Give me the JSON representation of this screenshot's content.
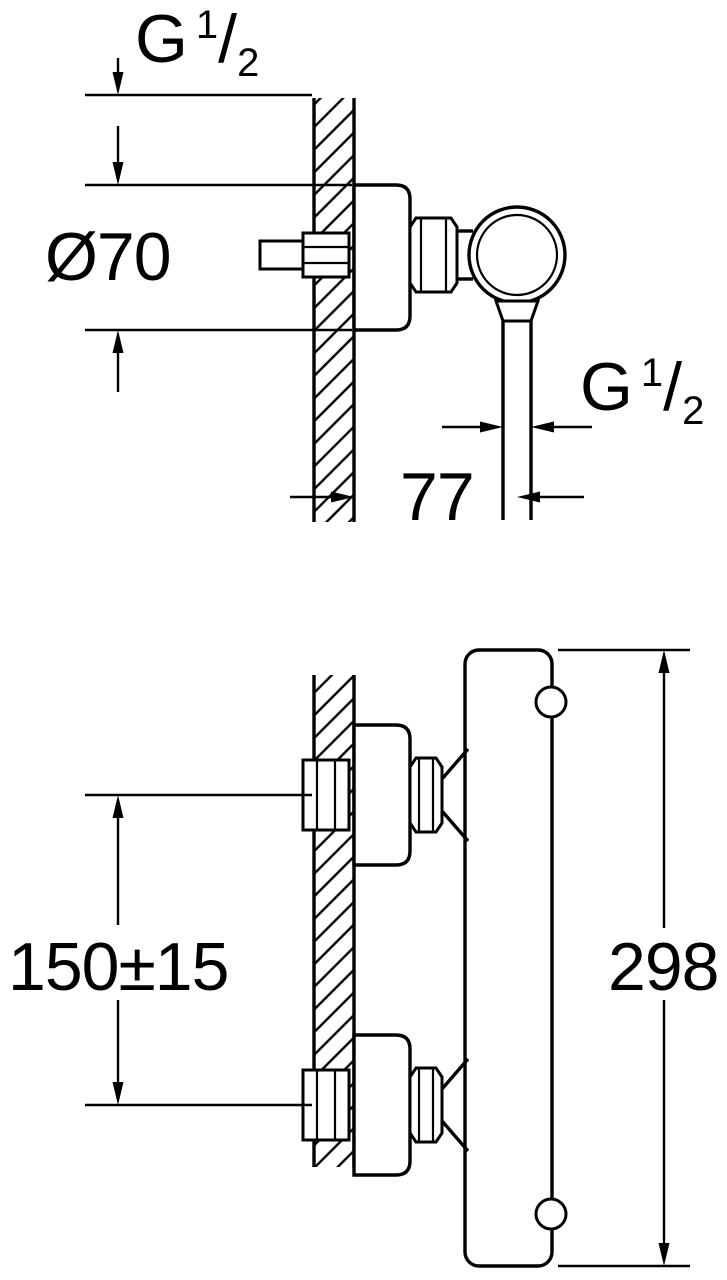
{
  "colors": {
    "line": "#000000",
    "background": "#ffffff"
  },
  "labels": {
    "supply_thread": {
      "main": "G",
      "sup": "1",
      "slash": "/",
      "sub": "2"
    },
    "outlet_thread": {
      "main": "G",
      "sup": "1",
      "slash": "/",
      "sub": "2"
    },
    "escutcheon_diameter": "Ø70",
    "wall_to_outlet_center": "77",
    "supply_spacing": "150±15",
    "overall_height": "298"
  }
}
